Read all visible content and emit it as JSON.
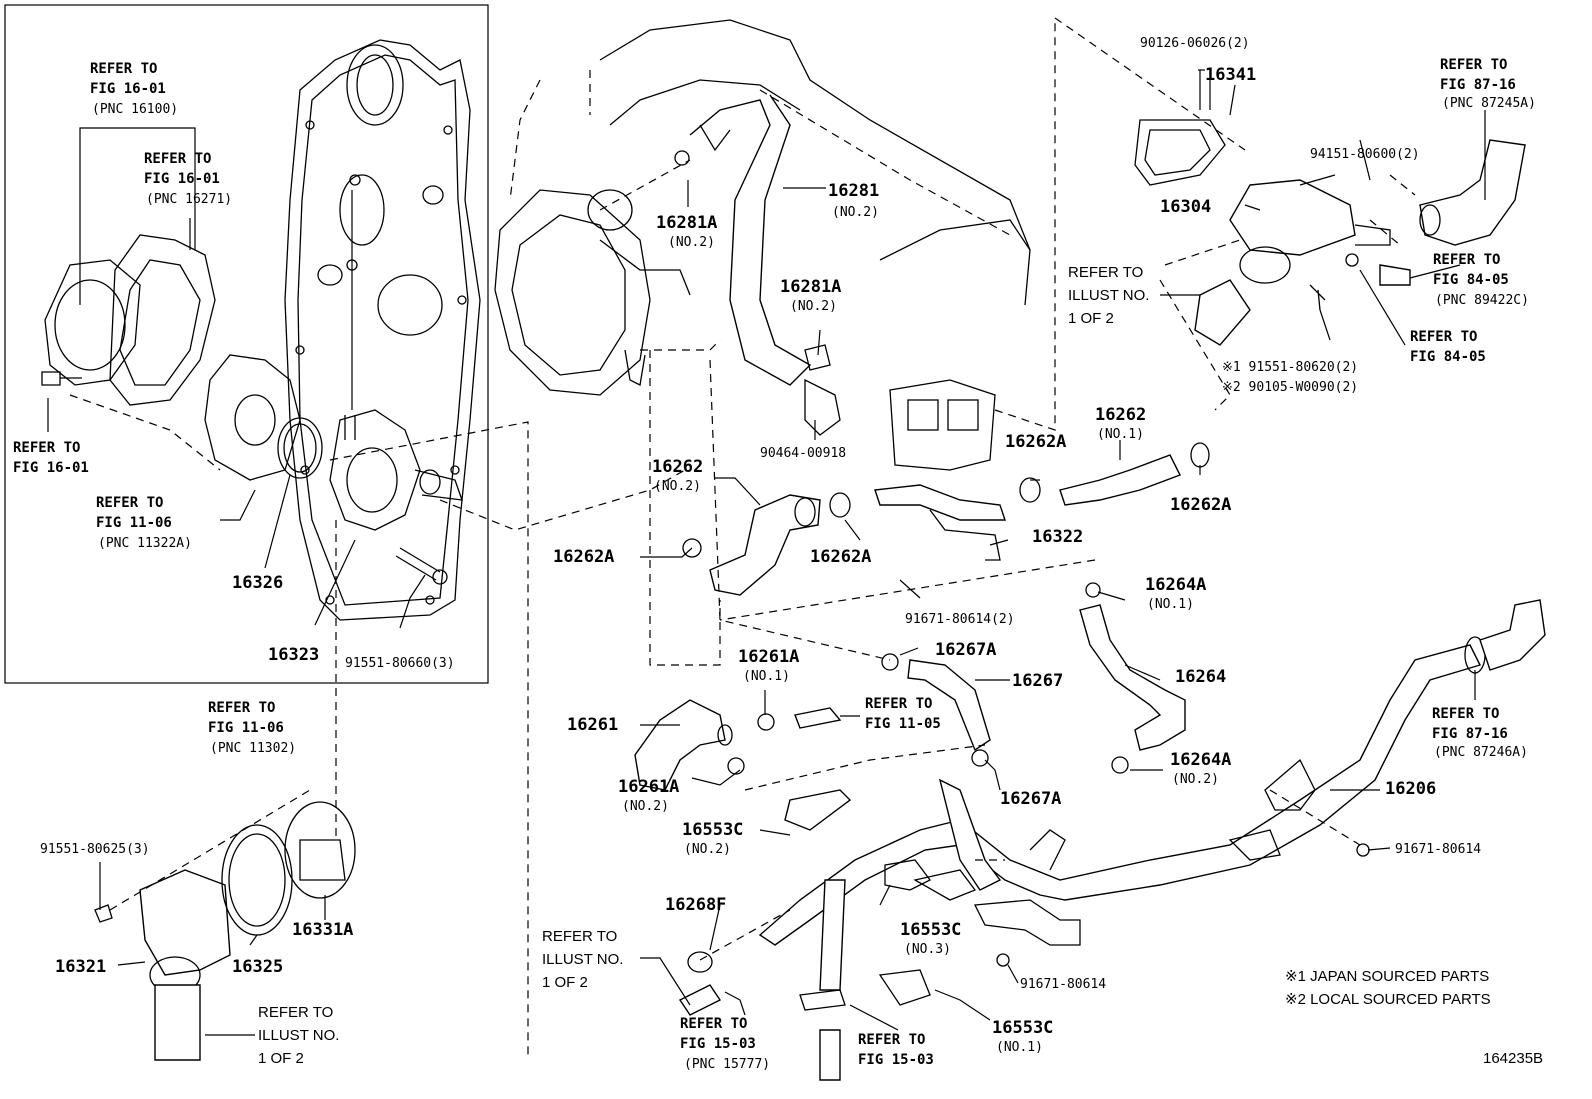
{
  "parts": {
    "p16341": "16341",
    "p90126": "90126-06026(2)",
    "p94151": "94151-80600(2)",
    "p16304": "16304",
    "p91551_620": "※1 91551-80620(2)",
    "p90105": "※2 90105-W0090(2)",
    "p16281": "16281",
    "p16281_sub": "(NO.2)",
    "p16281A_1": "16281A",
    "p16281A_1_sub": "(NO.2)",
    "p16281A_2": "16281A",
    "p16281A_2_sub": "(NO.2)",
    "p90464": "90464-00918",
    "p16262_no1": "16262",
    "p16262_no1_sub": "(NO.1)",
    "p16262A_top": "16262A",
    "p16262A_right": "16262A",
    "p16262_no2": "16262",
    "p16262_no2_sub": "(NO.2)",
    "p16262A_left": "16262A",
    "p16262A_mid": "16262A",
    "p16322": "16322",
    "p91671_614_2": "91671-80614(2)",
    "p16264A_1": "16264A",
    "p16264A_1_sub": "(NO.1)",
    "p16264": "16264",
    "p16264A_2": "16264A",
    "p16264A_2_sub": "(NO.2)",
    "p16267A_1": "16267A",
    "p16267": "16267",
    "p16267A_2": "16267A",
    "p16261A_1": "16261A",
    "p16261A_1_sub": "(NO.1)",
    "p16261": "16261",
    "p16261A_2": "16261A",
    "p16261A_2_sub": "(NO.2)",
    "p16553C_2": "16553C",
    "p16553C_2_sub": "(NO.2)",
    "p16553C_3": "16553C",
    "p16553C_3_sub": "(NO.3)",
    "p16553C_1": "16553C",
    "p16553C_1_sub": "(NO.1)",
    "p16268F": "16268F",
    "p16206": "16206",
    "p91671_614_a": "91671-80614",
    "p91671_614_b": "91671-80614",
    "p16326": "16326",
    "p16323": "16323",
    "p91551_660": "91551-80660(3)",
    "p91551_625": "91551-80625(3)",
    "p16321": "16321",
    "p16325": "16325",
    "p16331A": "16331A"
  },
  "refs": {
    "r16100": [
      "REFER TO",
      "FIG 16-01",
      "(PNC 16100)"
    ],
    "r16271": [
      "REFER TO",
      "FIG 16-01",
      "(PNC 16271)"
    ],
    "r1601": [
      "REFER TO",
      "FIG 16-01"
    ],
    "r11322": [
      "REFER TO",
      "FIG 11-06",
      "(PNC 11322A)"
    ],
    "r11302": [
      "REFER TO",
      "FIG 11-06",
      "(PNC 11302)"
    ],
    "r87245": [
      "REFER TO",
      "FIG 87-16",
      "(PNC 87245A)"
    ],
    "r89422": [
      "REFER TO",
      "FIG 84-05",
      "(PNC 89422C)"
    ],
    "r8405": [
      "REFER TO",
      "FIG 84-05"
    ],
    "r1105": [
      "REFER TO",
      "FIG 11-05"
    ],
    "r87246": [
      "REFER TO",
      "FIG 87-16",
      "(PNC 87246A)"
    ],
    "r15777": [
      "REFER TO",
      "FIG 15-03",
      "(PNC 15777)"
    ],
    "r1503": [
      "REFER TO",
      "FIG 15-03"
    ],
    "illust_a": [
      "REFER TO",
      "ILLUST NO.",
      "1 OF 2"
    ],
    "illust_b": [
      "REFER TO",
      "ILLUST NO.",
      "1 OF 2"
    ],
    "illust_c": [
      "REFER TO",
      "ILLUST NO.",
      "1 OF 2"
    ]
  },
  "notes": {
    "n1": "※1 JAPAN SOURCED PARTS",
    "n2": "※2 LOCAL SOURCED PARTS"
  },
  "figure_id": "164235B"
}
